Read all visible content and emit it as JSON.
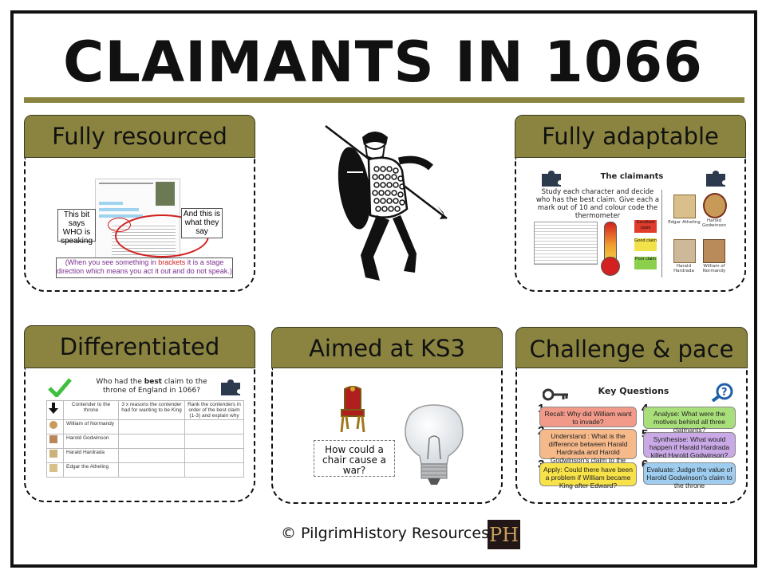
{
  "title": "CLAIMANTS IN 1066",
  "panels": {
    "resourced": {
      "heading": "Fully resourced",
      "callout_left": "This bit says WHO is speaking",
      "callout_right": "And this is what they say",
      "note_open": "(When you see something in ",
      "note_brackets": "brackets",
      "note_close": " it is a stage direction which means you act it out and do not speak.)"
    },
    "adaptable": {
      "heading": "Fully adaptable",
      "slide_title": "The claimants",
      "instructions": "Study each character and decide who has the best claim. Give each a mark out of 10 and colour code the thermometer",
      "thermo_labels": [
        "Excellent claim",
        "Good claim",
        "Poor claim"
      ],
      "claimants": [
        "Edgar Atheling",
        "Harold Godwinson",
        "Harald Hardrada",
        "William of Normandy"
      ]
    },
    "differentiated": {
      "heading": "Differentiated",
      "question_pre": "Who had the ",
      "question_bold": "best",
      "question_post": " claim to the throne of England in 1066?",
      "columns": [
        "Contender to the throne",
        "3 x reasons the contender had for wanting to be King",
        "Rank the contenders in order of the best claim (1-3) and explain why"
      ],
      "rows": [
        "William of Normandy",
        "Harold Godwinson",
        "Harald Hardrada",
        "Edgar the Atheling"
      ]
    },
    "ks3": {
      "heading": "Aimed at KS3",
      "question": "How could a chair cause a war?"
    },
    "challenge": {
      "heading": "Challenge & pace",
      "slide_title": "Key Questions",
      "questions": [
        {
          "num": "1",
          "text": "Recall: Why did William want to invade?"
        },
        {
          "num": "2",
          "text": "Understand : What is the difference between Harald Hardrada and Harold Godwinson's claim to the throne?"
        },
        {
          "num": "3",
          "text": "Apply: Could there have been a problem if William became King after Edward?"
        },
        {
          "num": "4",
          "text": "Analyse: What were the motives behind all three claimants?"
        },
        {
          "num": "5",
          "text": "Synthesise: What would happen if Harald Hardrada killed Harold Godwinson?"
        },
        {
          "num": "6",
          "text": "Evaluate: Judge the value of Harold Godwinson's claim to the throne"
        }
      ]
    }
  },
  "footer": "© PilgrimHistory  Resources.",
  "logo_text": "PH",
  "colors": {
    "header_bar": "#8a8440",
    "accent_red": "#d32020",
    "note_purple": "#7a2e8f"
  }
}
